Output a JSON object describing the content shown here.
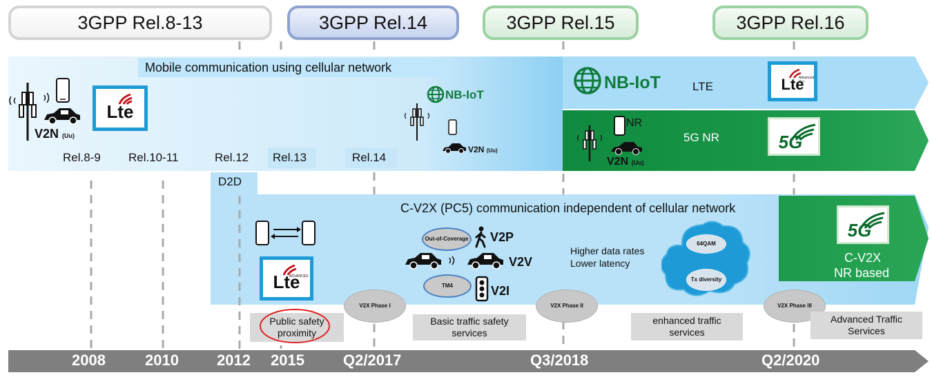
{
  "releases": {
    "r8_13": "3GPP Rel.8-13",
    "r14": "3GPP Rel.14",
    "r15": "3GPP Rel.15",
    "r16": "3GPP Rel.16"
  },
  "cellular": {
    "title": "Mobile communication using cellular network",
    "v2n": "V2N",
    "uu": "(Uu)",
    "lte_logo": "Lte",
    "nbiot": "NB-IoT",
    "lte": "LTE",
    "nr_phone": "NR",
    "nr": "5G NR",
    "five_g_logo": "5G",
    "advanced_pro": "Advanced Pro"
  },
  "rels": [
    "Rel.8-9",
    "Rel.10-11",
    "Rel.12",
    "Rel.13",
    "Rel.14"
  ],
  "d2d": "D2D",
  "cv2x": {
    "title": "C-V2X (PC5) communication independent of cellular network",
    "out_of_coverage": "Out-of-Coverage",
    "tm4": "TM4",
    "v2p": "V2P",
    "v2v": "V2V",
    "v2i": "V2I",
    "higher_rates": "Higher data rates",
    "lower_latency": "Lower latency",
    "qam": "64QAM",
    "tx_diversity": "Tx diversity",
    "nr_line1": "C-V2X",
    "nr_line2": "NR based",
    "lte_advanced": "ADVANCED"
  },
  "phases": [
    "V2X Phase I",
    "V2X Phase II",
    "V2X Phase III"
  ],
  "services": {
    "public_safety": "Public safety proximity",
    "basic": "Basic traffic safety services",
    "enhanced": "enhanced traffic services",
    "advanced": "Advanced Traffic Services"
  },
  "years": [
    "2008",
    "2010",
    "2012",
    "2015",
    "Q2/2017",
    "Q3/2018",
    "Q2/2020"
  ],
  "colors": {
    "cellular_band": "#a9dcf7",
    "nr_band": "#1d9a4c",
    "timeline": "#7f7f7f",
    "lte_tile_border": "#1e9bd7",
    "highlight_circle": "#e02020"
  }
}
